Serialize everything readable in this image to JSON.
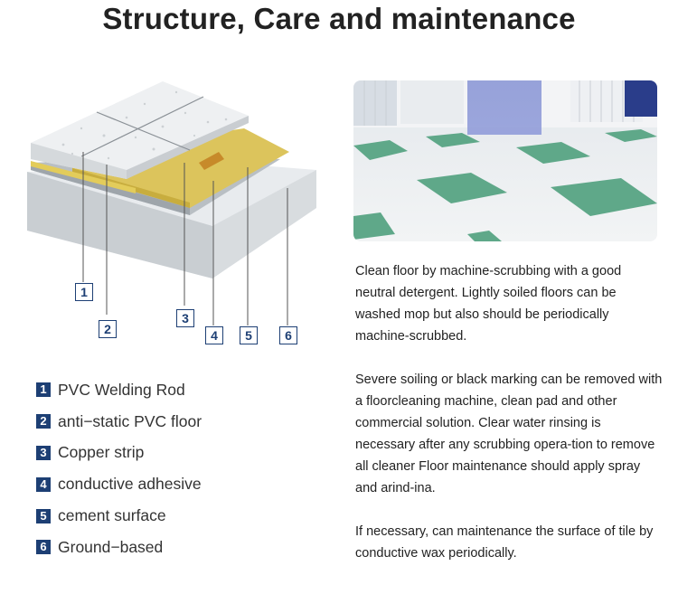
{
  "title": "Structure, Care and maintenance",
  "diagram": {
    "callouts": [
      "1",
      "2",
      "3",
      "4",
      "5",
      "6"
    ]
  },
  "legend": [
    {
      "num": "1",
      "label": "PVC Welding Rod"
    },
    {
      "num": "2",
      "label": "anti−static  PVC floor"
    },
    {
      "num": "3",
      "label": "Copper strip"
    },
    {
      "num": "4",
      "label": "conductive adhesive"
    },
    {
      "num": "5",
      "label": "cement surface"
    },
    {
      "num": "6",
      "label": "Ground−based"
    }
  ],
  "description": {
    "p1": "Clean floor by machine-scrubbing with a good neutral detergent. Lightly soiled floors can be washed mop but also should be periodically machine-scrubbed.",
    "p2": "Severe soiling or black marking can be removed with a floorcleaning machine, clean pad and other commercial solution. Clear water rinsing is necessary after any scrubbing opera-tion to remove all cleaner Floor maintenance should apply spray and arind-ina.",
    "p3": "If necessary, can maintenance the surface of tile by conductive wax periodically."
  },
  "colors": {
    "label_blue": "#1d3f74",
    "tile_white": "#eceff1",
    "copper_yellow": "#d9c04a",
    "adhesive_yellow": "#e0c860",
    "cement_gray": "#bfc4c8",
    "ground_light": "#e6e9ec",
    "floor_green": "#5fa889"
  }
}
